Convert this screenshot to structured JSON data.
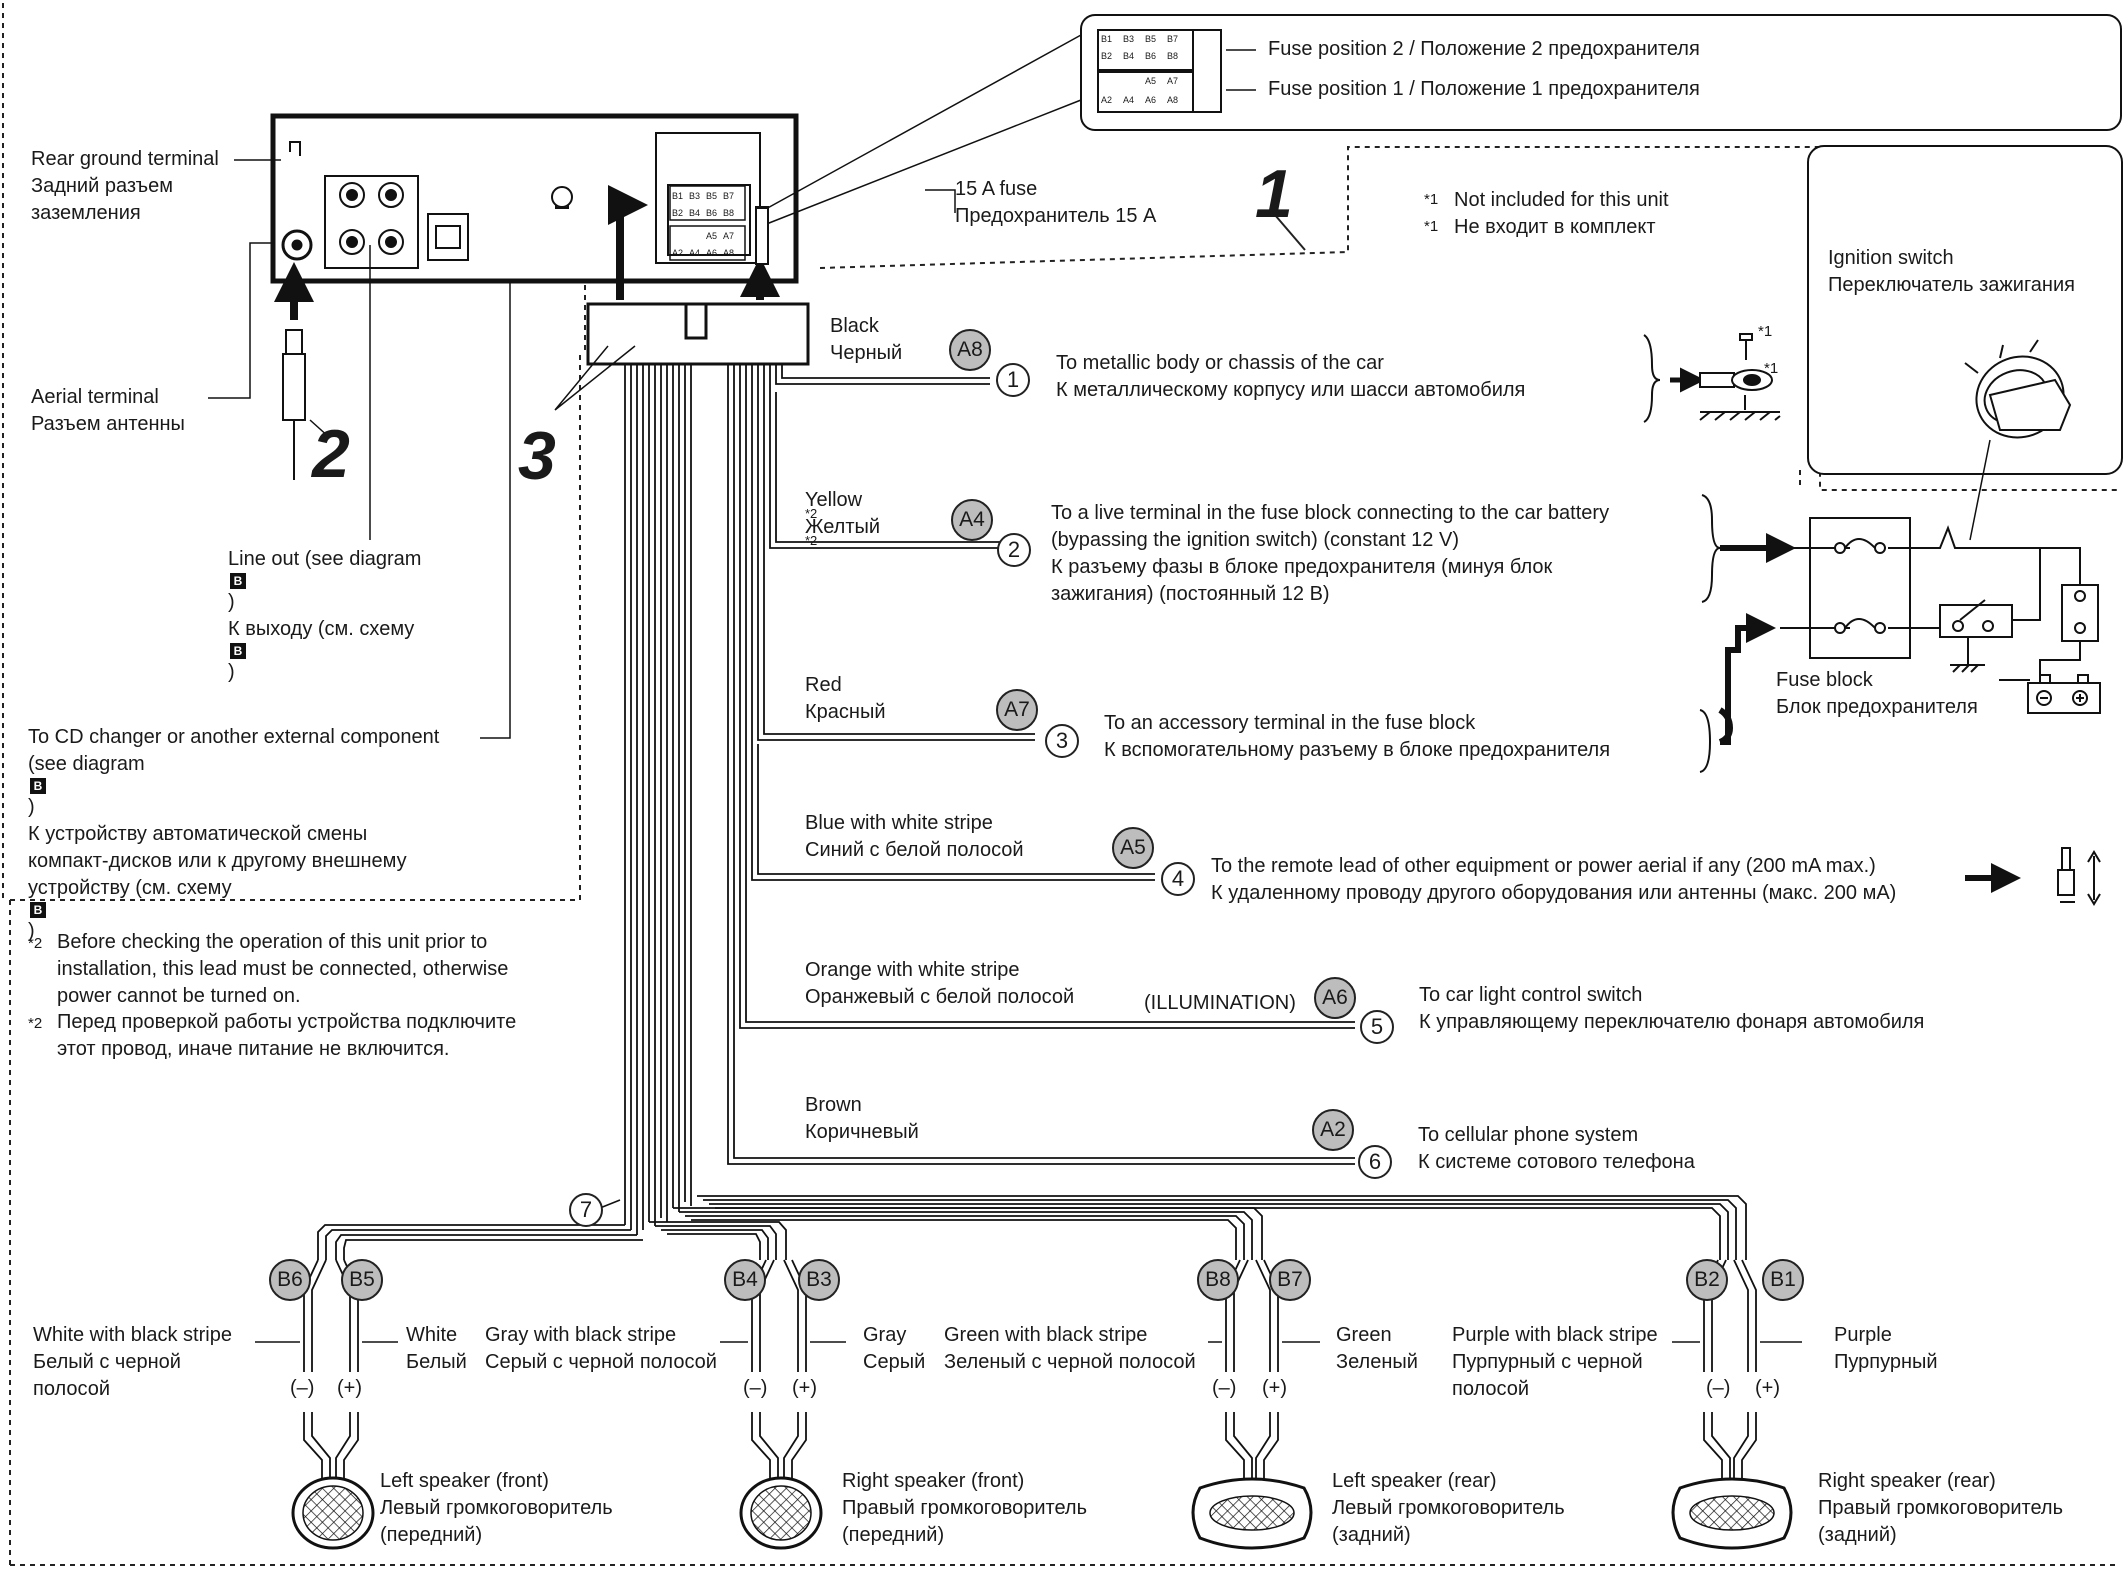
{
  "unit": {
    "rear_ground": [
      "Rear ground terminal",
      "Задний разъем",
      "заземления"
    ],
    "aerial": [
      "Aerial terminal",
      "Разъем антенны"
    ],
    "line_out": [
      "Line out (see diagram ",
      ")",
      "К выходу (см. схему ",
      ")"
    ],
    "diagram_marker": "B",
    "cd_changer": [
      "To CD changer or another external component",
      "(see diagram ",
      ")",
      "К устройству автоматической смены",
      "компакт-дисков или к другому внешнему",
      "устройству (см. схему ",
      ")"
    ],
    "fuse_15a": [
      "15 A fuse",
      "Предохранитель 15 A"
    ],
    "fuse_pos2": "Fuse position 2 / Положение 2 предохранителя",
    "fuse_pos1": "Fuse position 1 / Положение 1 предохранителя",
    "callout_1": "1",
    "callout_2": "2",
    "callout_3": "3",
    "connector_b_pins": [
      "B1",
      "B3",
      "B5",
      "B7",
      "B2",
      "B4",
      "B6",
      "B8"
    ],
    "connector_a_pins": [
      "A5",
      "A7",
      "A2",
      "A4",
      "A6",
      "A8"
    ]
  },
  "notes": {
    "star1_mark": "*1",
    "star1": [
      "Not included for this unit",
      "Не входит в комплект"
    ],
    "star2_mark": "*2",
    "star2_en": [
      "Before checking the operation of this unit prior to",
      "installation, this lead must be connected, otherwise",
      "power cannot be turned on."
    ],
    "star2_ru": [
      "Перед проверкой работы устройства подключите",
      "этот провод, иначе питание не включится."
    ]
  },
  "ignition": {
    "label": [
      "Ignition switch",
      "Переключатель зажигания"
    ],
    "fuse_block": [
      "Fuse block",
      "Блок предохранителя"
    ],
    "screw_mark": "*1",
    "terminal_mark": "*1"
  },
  "wires": [
    {
      "num": "1",
      "pin": "A8",
      "color_en": "Black",
      "color_ru": "Черный",
      "dest": [
        "To metallic body or chassis of the car",
        "К металлическому корпусу или шасси автомобиля"
      ]
    },
    {
      "num": "2",
      "pin": "A4",
      "color_en": "Yellow",
      "color_ru": "Желтый",
      "mark": "*2",
      "dest": [
        "To a live terminal in the fuse block connecting to the car battery",
        "(bypassing the ignition switch) (constant 12 V)",
        "К разъему фазы в блоке предохранителя (минуя блок",
        "зажигания) (постоянный 12 В)"
      ]
    },
    {
      "num": "3",
      "pin": "A7",
      "color_en": "Red",
      "color_ru": "Красный",
      "dest": [
        "To an accessory terminal in the fuse block",
        "К вспомогательному разъему в блоке предохранителя"
      ]
    },
    {
      "num": "4",
      "pin": "A5",
      "color_en": "Blue with white stripe",
      "color_ru": "Синий с белой полосой",
      "dest": [
        "To the remote lead of other equipment or power aerial if any (200 mA max.)",
        "К удаленному проводу другого оборудования или антенны (макс. 200 мА)"
      ]
    },
    {
      "num": "5",
      "pin": "A6",
      "color_en": "Orange with white stripe",
      "color_ru": "Оранжевый с белой полосой",
      "extra": "(ILLUMINATION)",
      "dest": [
        "To car light control switch",
        "К управляющему переключателю фонаря автомобиля"
      ]
    },
    {
      "num": "6",
      "pin": "A2",
      "color_en": "Brown",
      "color_ru": "Коричневый",
      "dest": [
        "To cellular phone system",
        "К системе сотового телефона"
      ]
    }
  ],
  "speaker_bundle_num": "7",
  "speakers": [
    {
      "neg_pin": "B6",
      "pos_pin": "B5",
      "neg_color": [
        "White with black stripe",
        "Белый с черной",
        "полосой"
      ],
      "pos_color": [
        "White",
        "Белый"
      ],
      "name": [
        "Left speaker (front)",
        "Левый громкоговоритель",
        "(передний)"
      ]
    },
    {
      "neg_pin": "B4",
      "pos_pin": "B3",
      "neg_color": [
        "Gray with black stripe",
        "Серый с черной полосой"
      ],
      "pos_color": [
        "Gray",
        "Серый"
      ],
      "name": [
        "Right speaker (front)",
        "Правый громкоговоритель",
        "(передний)"
      ]
    },
    {
      "neg_pin": "B8",
      "pos_pin": "B7",
      "neg_color": [
        "Green with black stripe",
        "Зеленый с черной полосой"
      ],
      "pos_color": [
        "Green",
        "Зеленый"
      ],
      "name": [
        "Left speaker (rear)",
        "Левый громкоговоритель",
        "(задний)"
      ]
    },
    {
      "neg_pin": "B2",
      "pos_pin": "B1",
      "neg_color": [
        "Purple with black stripe",
        "Пурпурный с черной",
        "полосой"
      ],
      "pos_color": [
        "Purple",
        "Пурпурный"
      ],
      "name": [
        "Right speaker (rear)",
        "Правый громкоговоритель",
        "(задний)"
      ]
    }
  ],
  "polarity": {
    "neg": "(–)",
    "pos": "(+)"
  }
}
